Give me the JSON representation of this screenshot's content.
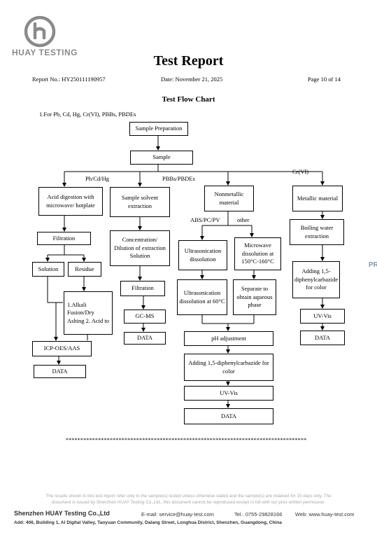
{
  "header": {
    "logo_text": "HUAY TESTING",
    "title": "Test Report",
    "report_no": "Report No.: HY250111190957",
    "date": "Date: November 21, 2025",
    "page": "Page 10 of 14"
  },
  "section": {
    "title": "Test Flow Chart",
    "item": "1.For Pb, Cd, Hg, Cr(VI), PBBs, PBDEs"
  },
  "flow": {
    "sample_preparation": "Sample Preparation",
    "sample": "Sample",
    "branch_pb": "Pb/Cd/Hg",
    "branch_pbb": "PBBs/PBDEs",
    "branch_cr": "Cr(VI)",
    "acid_digestion": "Acid digestion with microwave/ hotplate",
    "filtration_1": "Filtration",
    "solution": "Solution",
    "residue": "Residue",
    "alkali": "1.Alkali Fusion/Dry Ashing 2. Acid to",
    "icp": "ICP-OES/AAS",
    "data_1": "DATA",
    "solvent_extraction": "Sample solvent extraction",
    "concentration": "Concentration/ Dilution of extraction Solution",
    "filtration_2": "Filtration",
    "gcms": "GC-MS",
    "data_2": "DATA",
    "nonmetallic": "Nonmetallic material",
    "abs_label": "ABS/PC/PV",
    "other_label": "other",
    "ultrasonication": "Ultrasonication dissolution",
    "microwave": "Microwave dissolution at 150°C-160°C",
    "ultra_60": "Ultrasonication dissolution at 60°C",
    "separate": "Separate to obtain aqueous phase",
    "ph_adjust": "pH adjustment",
    "adding_center": "Adding 1,5-diphenylcarbazide for color",
    "uvvis_center": "UV-Vis",
    "data_center": "DATA",
    "metallic": "Metallic material",
    "boiling": "Boiling water extraction",
    "adding_right": "Adding 1,5-diphenylcarbazide for color",
    "uvvis_right": "UV-Vis",
    "data_right": "DATA"
  },
  "divider": "**********************************************************************************",
  "footer": {
    "disclaimer_1": "The results shown in this test report refer only to the sample(s) tested unless otherwise stated and the sample(s) are retained for 15 days only. The",
    "disclaimer_2": "document is issued by Shenzhen HUAY Testing Co.,Ltd., this document cannot be reproduced except in full with our prior written permission.",
    "company": "Shenzhen HUAY Testing Co.,Ltd",
    "email": "E-mail: service@huay-test.com",
    "tel": "Tel.: 0755-29828166",
    "web": "Web: www.huay-test.com",
    "address": "Add: 406, Building 1, AI Digital Valley, Taoyuan Community, Dalang Street, Longhua District, Shenzhen, Guangdong, China"
  },
  "edge_marks": [
    "PR"
  ]
}
